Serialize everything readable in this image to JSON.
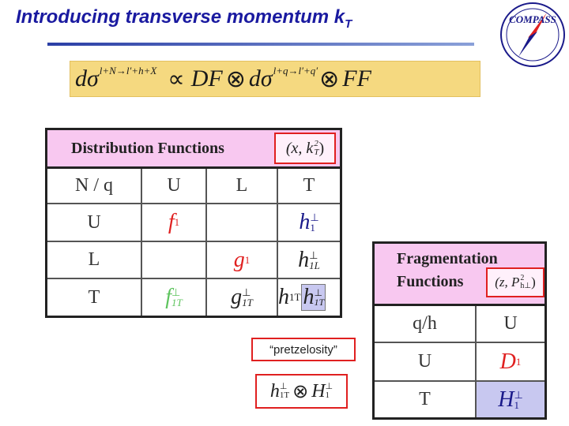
{
  "title": {
    "text": "Introducing transverse momentum k",
    "sub": "T"
  },
  "logo": {
    "text": "COMPASS"
  },
  "formula": {
    "lhs": "dσ",
    "lhs_sup": "l+N→l′+h+X",
    "prop": "∝",
    "df": "DF",
    "otimes": "⊗",
    "mid": "dσ",
    "mid_sup": "l+q→l′+q′",
    "ff": "FF"
  },
  "distribution_functions": {
    "title": "Distribution Functions",
    "variables": "(x, k",
    "variables_sub": "T",
    "variables_sup": "2",
    "variables_close": ")",
    "headers": [
      "N / q",
      "U",
      "L",
      "T"
    ],
    "rows": [
      {
        "label": "U",
        "cells": [
          {
            "base": "f",
            "sub": "1",
            "sup": ""
          },
          {
            "base": "",
            "sub": "",
            "sup": ""
          },
          {
            "base": "h",
            "sub": "1",
            "sup": "⊥"
          }
        ]
      },
      {
        "label": "L",
        "cells": [
          {
            "base": "",
            "sub": "",
            "sup": ""
          },
          {
            "base": "g",
            "sub": "1",
            "sup": ""
          },
          {
            "base": "h",
            "sub": "1L",
            "sup": "⊥"
          }
        ]
      },
      {
        "label": "T",
        "cells": [
          {
            "base": "f",
            "sub": "1T",
            "sup": "⊥"
          },
          {
            "base": "g",
            "sub": "1T",
            "sup": "⊥"
          },
          {
            "base": "h",
            "sub": "1T",
            "sup": "",
            "base2": "h",
            "sub2": "1T",
            "sup2": "⊥"
          }
        ]
      }
    ]
  },
  "fragmentation_functions": {
    "title_line1": "Fragmentation",
    "title_line2": "Functions",
    "variables": "(z, P",
    "variables_sub": "h⊥",
    "variables_sup": "2",
    "variables_close": ")",
    "headers": [
      "q/h",
      "U"
    ],
    "rows": [
      {
        "label": "U",
        "cell": {
          "base": "D",
          "sub": "1",
          "sup": ""
        }
      },
      {
        "label": "T",
        "cell": {
          "base": "H",
          "sub": "1",
          "sup": "⊥"
        }
      }
    ]
  },
  "pretzelosity": {
    "label": "“pretzelosity”",
    "f1": "h",
    "f1_sub": "1T",
    "f1_sup": "⊥",
    "op": "⊗",
    "f2": "H",
    "f2_sub": "1",
    "f2_sup": "⊥"
  },
  "colors": {
    "title": "#1a1aa0",
    "header_pink": "#f8c8f0",
    "formula_bg": "#f5d980",
    "red": "#e02020",
    "green": "#5ec45e",
    "blue": "#1a1a8a",
    "highlight": "#c8c8f0"
  }
}
